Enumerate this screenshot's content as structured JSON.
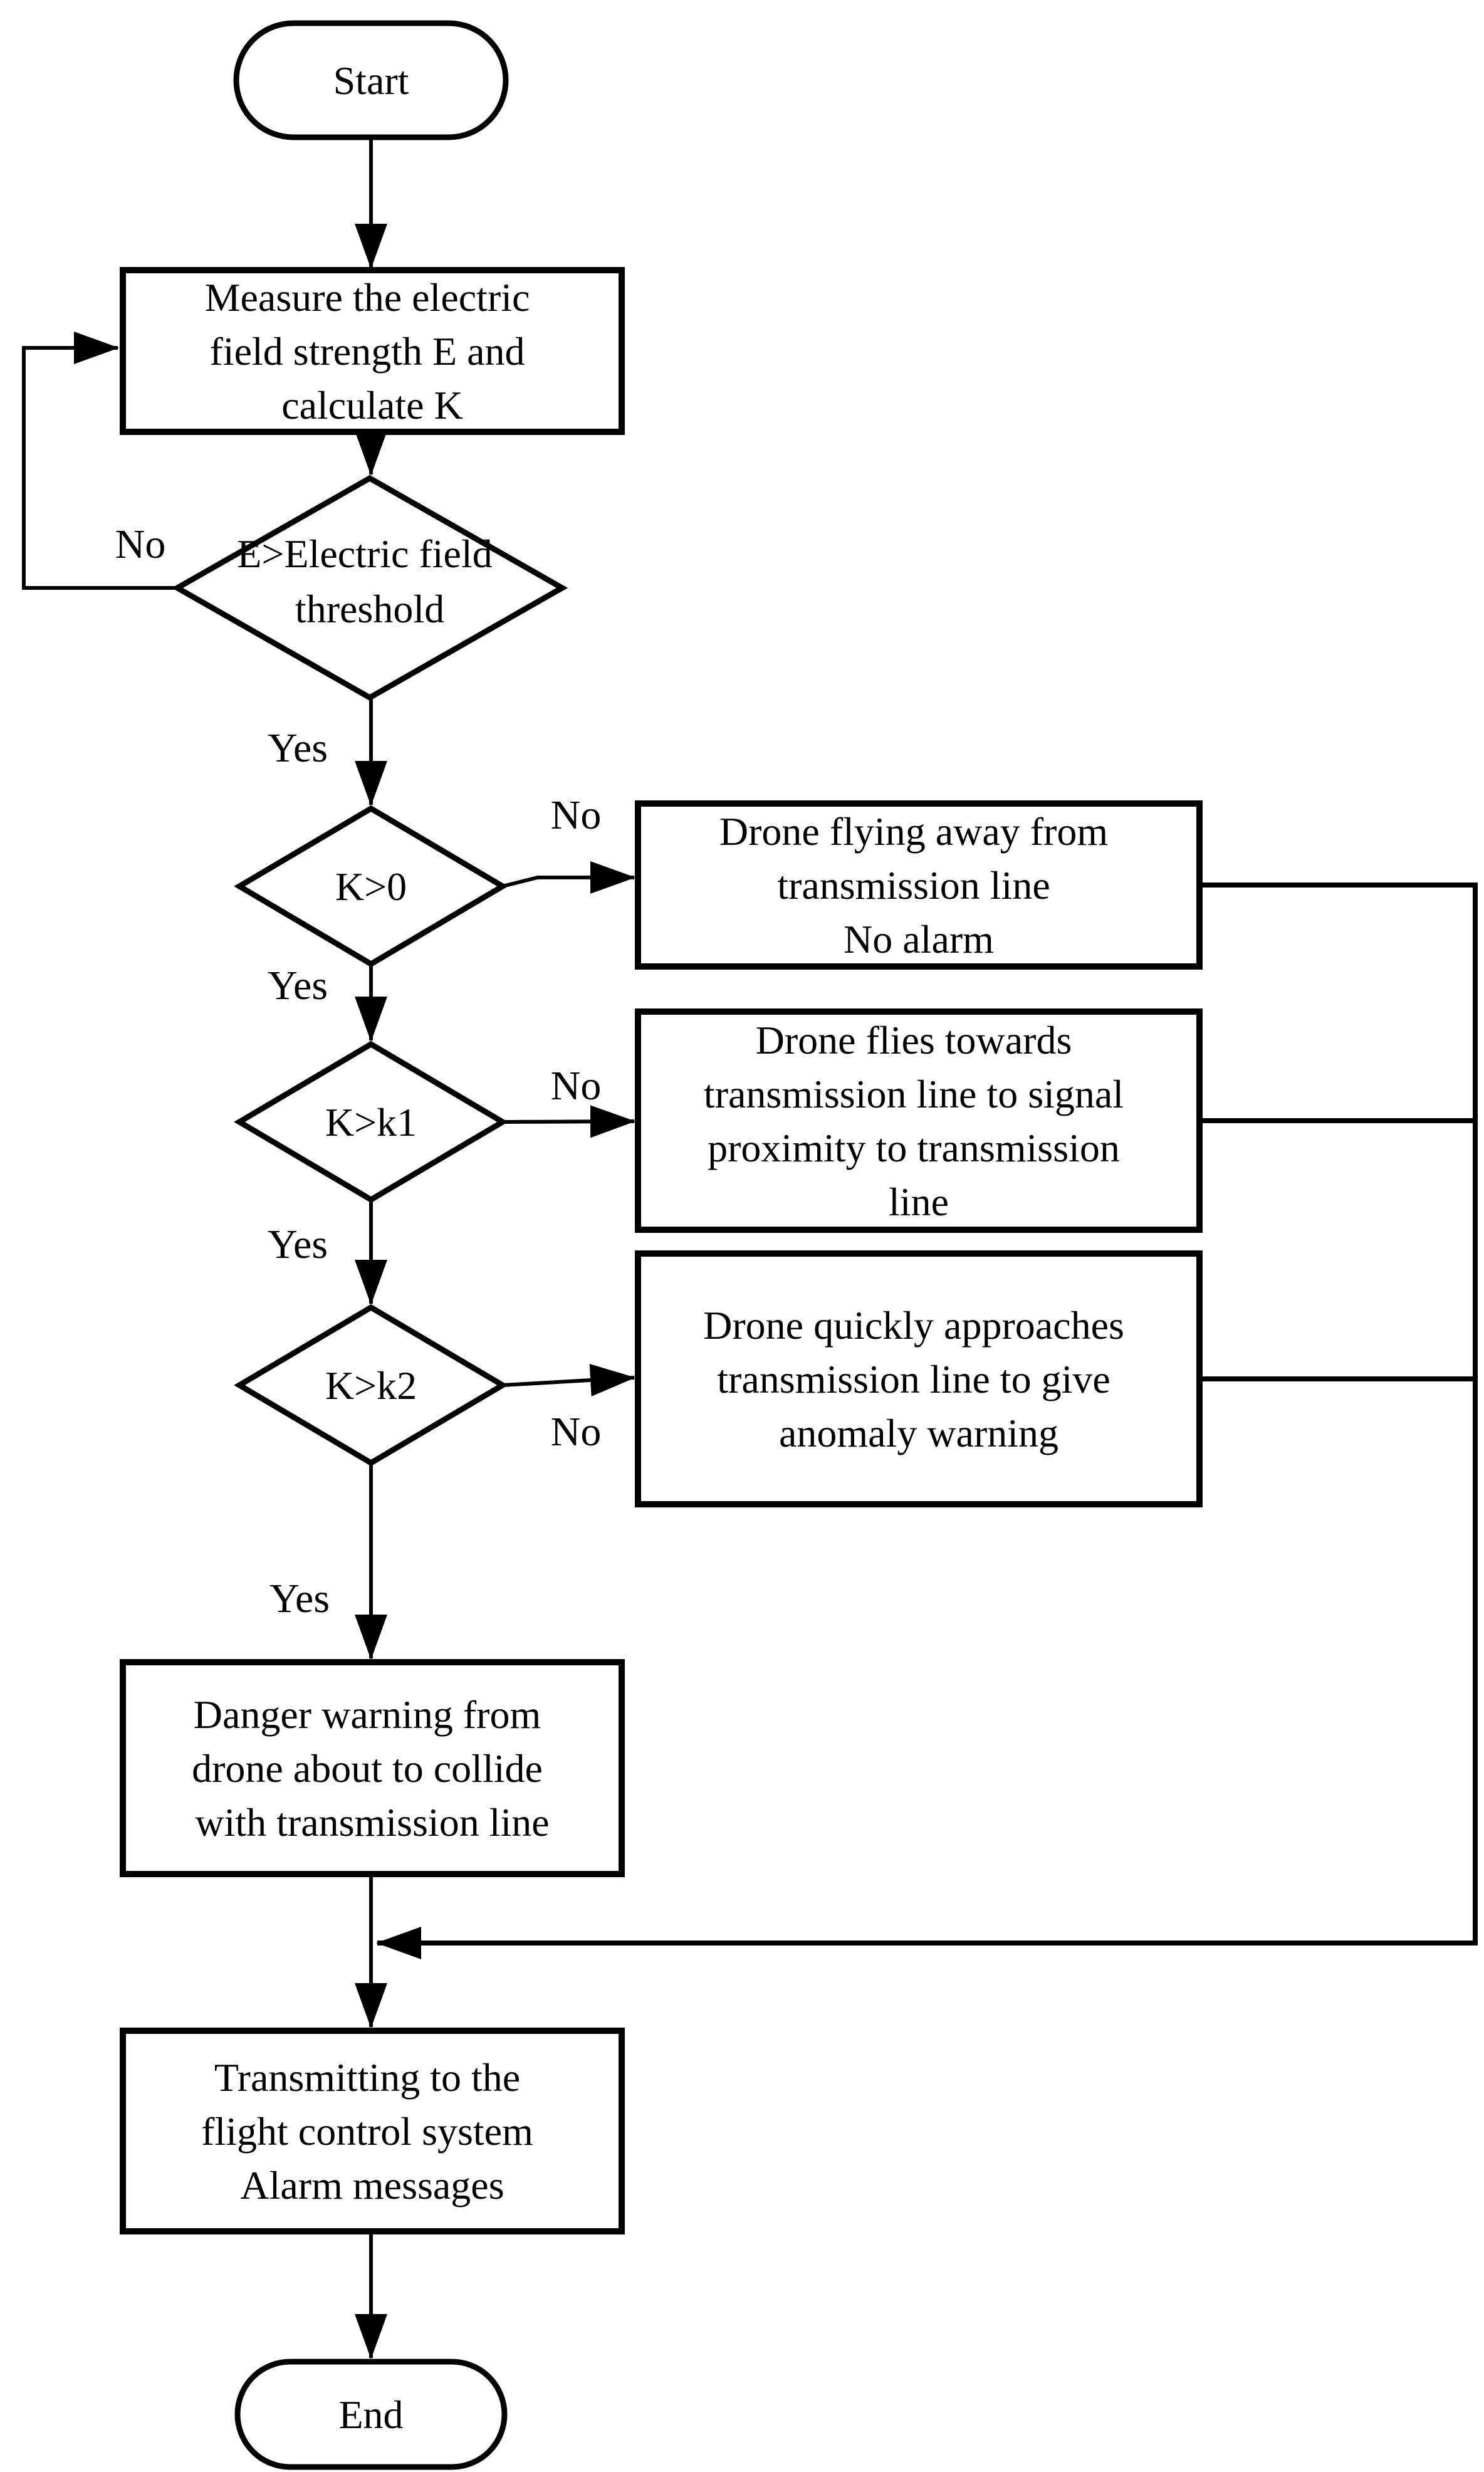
{
  "page": {
    "background": "#ffffff",
    "stroke_color": "#000000",
    "text_color": "#000000"
  },
  "flowchart": {
    "nodes": {
      "start": {
        "type": "terminator",
        "label": "Start"
      },
      "measure": {
        "type": "process",
        "lines": [
          "Measure the electric",
          "field strength E and",
          "calculate K"
        ]
      },
      "decision_e_threshold": {
        "type": "decision",
        "lines": [
          "E>Electric field",
          "threshold"
        ]
      },
      "decision_k0": {
        "type": "decision",
        "label": "K>0"
      },
      "outcome_fly_away": {
        "type": "process",
        "lines": [
          "Drone flying away from",
          "transmission line",
          "No alarm"
        ]
      },
      "decision_k1": {
        "type": "decision",
        "label": "K>k1"
      },
      "outcome_proximity": {
        "type": "process",
        "lines": [
          "Drone flies towards",
          "transmission line to signal",
          "proximity to transmission",
          "line"
        ]
      },
      "decision_k2": {
        "type": "decision",
        "label": "K>k2"
      },
      "outcome_anomaly": {
        "type": "process",
        "lines": [
          "Drone quickly approaches",
          "transmission line to give",
          "anomaly warning"
        ]
      },
      "danger_warning": {
        "type": "process",
        "lines": [
          "Danger warning from",
          "drone about to collide",
          "with transmission line"
        ]
      },
      "transmit_alarm": {
        "type": "process",
        "lines": [
          "Transmitting to the",
          "flight control system",
          "Alarm messages"
        ]
      },
      "end": {
        "type": "terminator",
        "label": "End"
      }
    },
    "labels": {
      "e_no": "No",
      "e_yes": "Yes",
      "k0_no": "No",
      "k0_yes": "Yes",
      "k1_no": "No",
      "k1_yes": "Yes",
      "k2_no": "No",
      "k2_yes": "Yes"
    }
  }
}
